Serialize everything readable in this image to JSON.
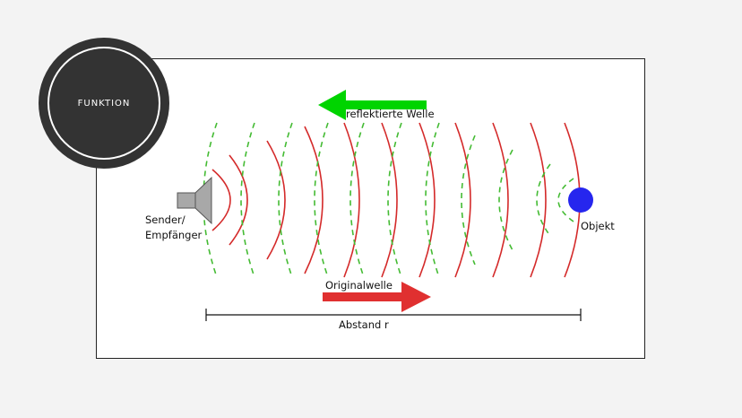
{
  "badge": {
    "label": "FUNKTION"
  },
  "labels": {
    "reflected_wave": "reflektierte Welle",
    "original_wave": "Originalwelle",
    "sender_line1": "Sender/",
    "sender_line2": "Empfänger",
    "object": "Objekt",
    "distance": "Abstand r"
  },
  "colors": {
    "original_wave": "#d42a2a",
    "reflected_wave": "#44bb33",
    "reflected_arrow": "#00d400",
    "original_arrow": "#e03030",
    "object": "#2626ee",
    "speaker": "#a8a8a8"
  }
}
